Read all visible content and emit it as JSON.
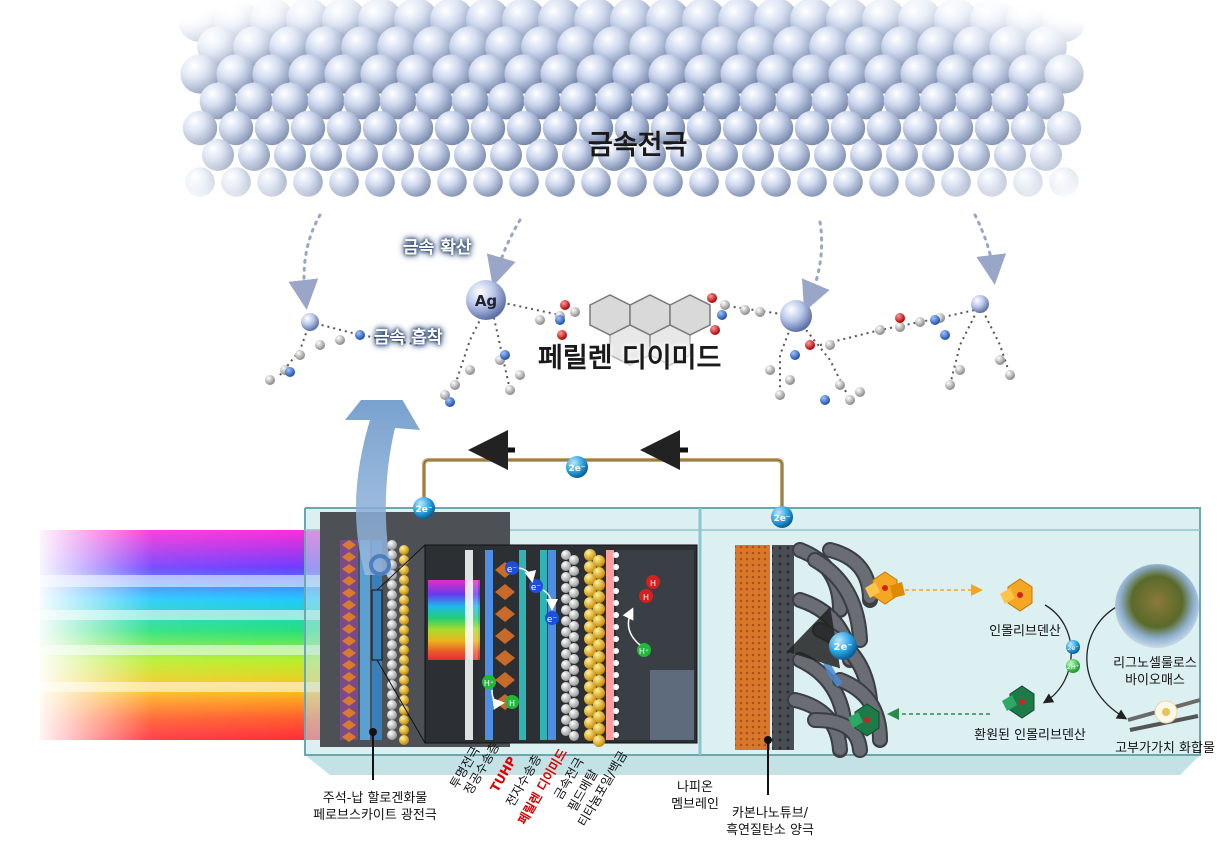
{
  "top": {
    "metal_electrode": "금속전극",
    "metal_diffusion": "금속 확산",
    "metal_adsorption": "금속 흡착",
    "ag_label": "Ag",
    "molecule_label": "페릴렌 디이미드"
  },
  "circuit": {
    "electron": "2e⁻"
  },
  "layers": {
    "l1": "투명전극",
    "l2": "정공수송층",
    "l3": "TUHP",
    "l4": "전자수송층",
    "l5": "페릴렌 디이미드",
    "l6": "금속전극",
    "l7": "필드메탈",
    "l8": "티타늄포일/백금"
  },
  "cell_inner": {
    "electron": "e⁻",
    "hplus": "H⁺",
    "h2": "H"
  },
  "bottom_labels": {
    "photoelectrode_line1": "주석-납 할로겐화물",
    "photoelectrode_line2": "페로브스카이트 광전극",
    "membrane_line1": "나피온",
    "membrane_line2": "멤브레인",
    "anode_line1": "카본나노튜브/",
    "anode_line2": "흑연질탄소 양극"
  },
  "right_panel": {
    "lignosulfonate": "인몰리브덴산",
    "reduced": "환원된 인몰리브덴산",
    "biomass_line1": "리그노셀룰로스",
    "biomass_line2": "바이오매스",
    "product": "고부가가치 화합물",
    "top_ion": "2e⁻",
    "bottom_ion": "2H⁺"
  }
}
